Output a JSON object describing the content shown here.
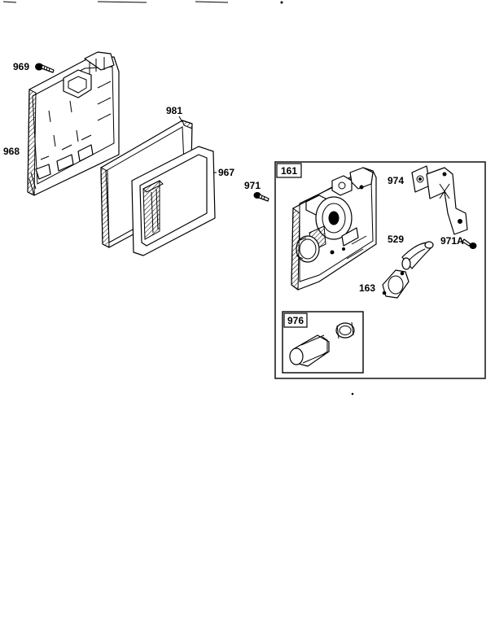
{
  "callouts": {
    "p969": "969",
    "p968": "968",
    "p981": "981",
    "p967": "967",
    "p971": "971",
    "p161": "161",
    "p974": "974",
    "p529": "529",
    "p971a": "971A",
    "p163": "163",
    "p976": "976"
  },
  "colors": {
    "ink": "#000000",
    "paper": "#ffffff"
  }
}
